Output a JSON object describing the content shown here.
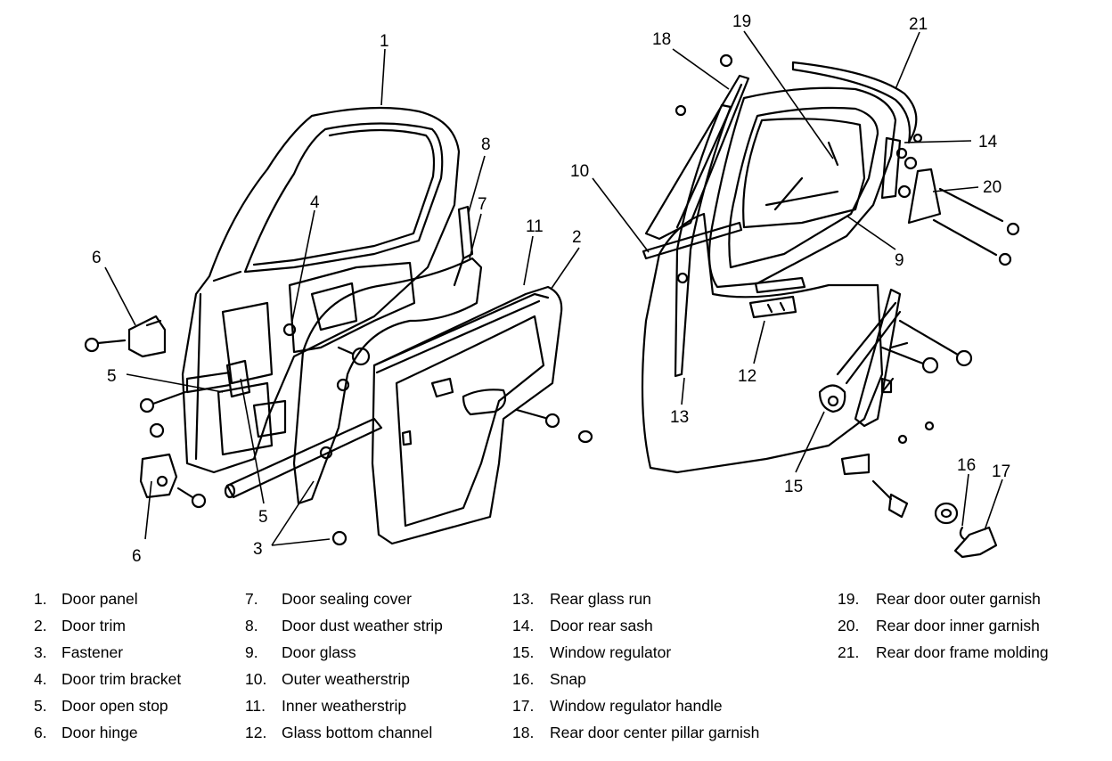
{
  "callouts": [
    {
      "id": "c1",
      "text": "1"
    },
    {
      "id": "c2",
      "text": "2"
    },
    {
      "id": "c3",
      "text": "3"
    },
    {
      "id": "c4",
      "text": "4"
    },
    {
      "id": "c5a",
      "text": "5"
    },
    {
      "id": "c5b",
      "text": "5"
    },
    {
      "id": "c6a",
      "text": "6"
    },
    {
      "id": "c6b",
      "text": "6"
    },
    {
      "id": "c7",
      "text": "7"
    },
    {
      "id": "c8",
      "text": "8"
    },
    {
      "id": "c9",
      "text": "9"
    },
    {
      "id": "c10",
      "text": "10"
    },
    {
      "id": "c11",
      "text": "11"
    },
    {
      "id": "c12",
      "text": "12"
    },
    {
      "id": "c13",
      "text": "13"
    },
    {
      "id": "c14",
      "text": "14"
    },
    {
      "id": "c15",
      "text": "15"
    },
    {
      "id": "c16",
      "text": "16"
    },
    {
      "id": "c17",
      "text": "17"
    },
    {
      "id": "c18",
      "text": "18"
    },
    {
      "id": "c19",
      "text": "19"
    },
    {
      "id": "c20",
      "text": "20"
    },
    {
      "id": "c21",
      "text": "21"
    }
  ],
  "legend": [
    {
      "num": "1.",
      "label": "Door panel"
    },
    {
      "num": "2.",
      "label": "Door trim"
    },
    {
      "num": "3.",
      "label": "Fastener"
    },
    {
      "num": "4.",
      "label": "Door trim bracket"
    },
    {
      "num": "5.",
      "label": "Door open stop"
    },
    {
      "num": "6.",
      "label": "Door hinge"
    },
    {
      "num": "7.",
      "label": "Door sealing cover"
    },
    {
      "num": "8.",
      "label": "Door dust weather strip"
    },
    {
      "num": "9.",
      "label": "Door glass"
    },
    {
      "num": "10.",
      "label": "Outer weatherstrip"
    },
    {
      "num": "11.",
      "label": "Inner weatherstrip"
    },
    {
      "num": "12.",
      "label": "Glass bottom channel"
    },
    {
      "num": "13.",
      "label": "Rear glass run"
    },
    {
      "num": "14.",
      "label": "Door rear sash"
    },
    {
      "num": "15.",
      "label": "Window regulator"
    },
    {
      "num": "16.",
      "label": "Snap"
    },
    {
      "num": "17.",
      "label": "Window regulator handle"
    },
    {
      "num": "18.",
      "label": "Rear door center pillar garnish"
    },
    {
      "num": "19.",
      "label": "Rear door outer garnish"
    },
    {
      "num": "20.",
      "label": "Rear door inner garnish"
    },
    {
      "num": "21.",
      "label": "Rear door frame molding"
    }
  ]
}
